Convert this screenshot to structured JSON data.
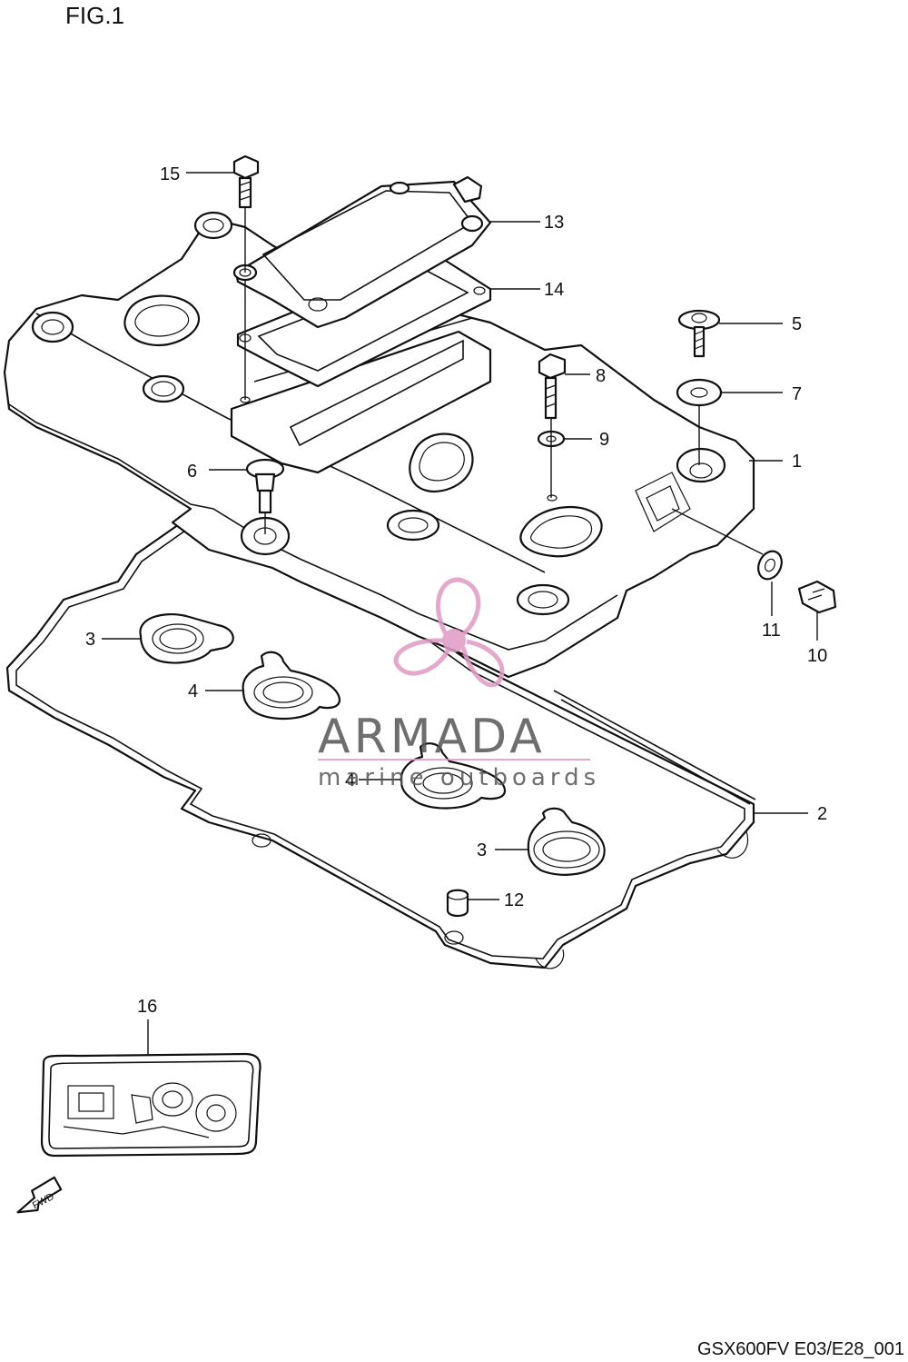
{
  "figure": {
    "title": "FIG.1",
    "code": "GSX600FV E03/E28_001"
  },
  "watermark": {
    "brand": "ARMADA",
    "tagline": "marine outboards",
    "color": "#e09ac4",
    "text_color": "#555555"
  },
  "fwd_label": "FWD",
  "callouts": [
    {
      "id": "15",
      "label": "15"
    },
    {
      "id": "13",
      "label": "13"
    },
    {
      "id": "14",
      "label": "14"
    },
    {
      "id": "5",
      "label": "5"
    },
    {
      "id": "7",
      "label": "7"
    },
    {
      "id": "8",
      "label": "8"
    },
    {
      "id": "9",
      "label": "9"
    },
    {
      "id": "1",
      "label": "1"
    },
    {
      "id": "6",
      "label": "6"
    },
    {
      "id": "11",
      "label": "11"
    },
    {
      "id": "10",
      "label": "10"
    },
    {
      "id": "3a",
      "label": "3"
    },
    {
      "id": "4a",
      "label": "4"
    },
    {
      "id": "4b",
      "label": "4"
    },
    {
      "id": "2",
      "label": "2"
    },
    {
      "id": "3b",
      "label": "3"
    },
    {
      "id": "12",
      "label": "12"
    },
    {
      "id": "16",
      "label": "16"
    }
  ]
}
